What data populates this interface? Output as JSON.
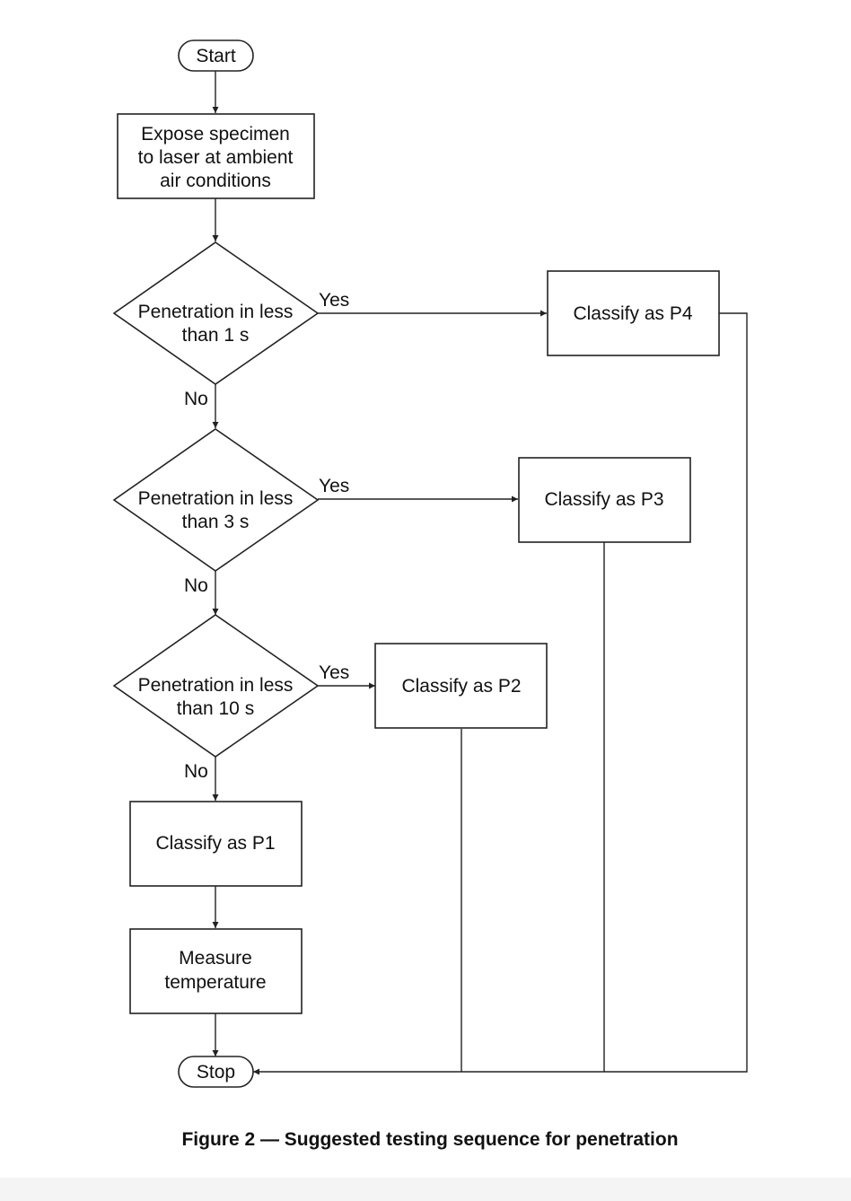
{
  "diagram": {
    "start": "Start",
    "expose": [
      "Expose specimen",
      "to laser at ambient",
      "air conditions"
    ],
    "decision1": [
      "Penetration in less",
      "than 1 s"
    ],
    "decision2": [
      "Penetration in less",
      "than 3 s"
    ],
    "decision3": [
      "Penetration in less",
      "than 10 s"
    ],
    "yes": "Yes",
    "no": "No",
    "p4": "Classify as P4",
    "p3": "Classify as P3",
    "p2": "Classify as P2",
    "p1": "Classify as P1",
    "measure": [
      "Measure",
      "temperature"
    ],
    "stop": "Stop"
  },
  "caption": "Figure 2 — Suggested testing sequence for penetration"
}
